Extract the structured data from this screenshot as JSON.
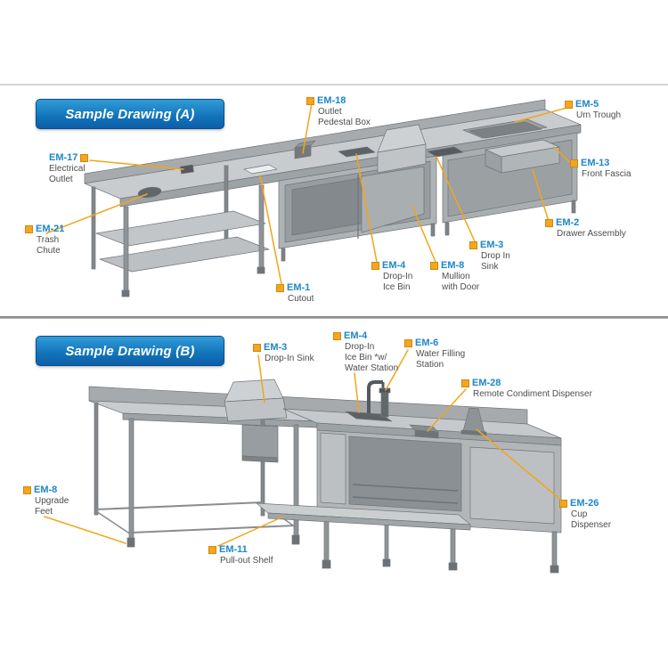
{
  "colors": {
    "accent_orange": "#F2A51B",
    "label_blue": "#1d86c8",
    "description_gray": "#4d4d4d",
    "banner_blue_top": "#319cd8",
    "banner_blue_bottom": "#0d5ea7"
  },
  "icons": {
    "marker": "orange-square-marker"
  },
  "drawing_a": {
    "title": "Sample Drawing (A)",
    "labels": [
      {
        "id": "EM-18",
        "desc": "Outlet\nPedestal Box"
      },
      {
        "id": "EM-5",
        "desc": "Urn Trough"
      },
      {
        "id": "EM-17",
        "desc": "Electrical\nOutlet"
      },
      {
        "id": "EM-13",
        "desc": "Front Fascia"
      },
      {
        "id": "EM-2",
        "desc": "Drawer Assembly"
      },
      {
        "id": "EM-21",
        "desc": "Trash\nChute"
      },
      {
        "id": "EM-3",
        "desc": "Drop In\nSink"
      },
      {
        "id": "EM-4",
        "desc": "Drop-In\nIce Bin"
      },
      {
        "id": "EM-8",
        "desc": "Mullion\nwith Door"
      },
      {
        "id": "EM-1",
        "desc": "Cutout"
      }
    ]
  },
  "drawing_b": {
    "title": "Sample Drawing (B)",
    "labels": [
      {
        "id": "EM-4",
        "desc": "Drop-In\nIce Bin *w/\nWater Station"
      },
      {
        "id": "EM-3",
        "desc": "Drop-In Sink"
      },
      {
        "id": "EM-6",
        "desc": "Water Filling\nStation"
      },
      {
        "id": "EM-28",
        "desc": "Remote Condiment Dispenser"
      },
      {
        "id": "EM-8",
        "desc": "Upgrade\nFeet"
      },
      {
        "id": "EM-26",
        "desc": "Cup\nDispenser"
      },
      {
        "id": "EM-11",
        "desc": "Pull-out Shelf"
      }
    ]
  }
}
